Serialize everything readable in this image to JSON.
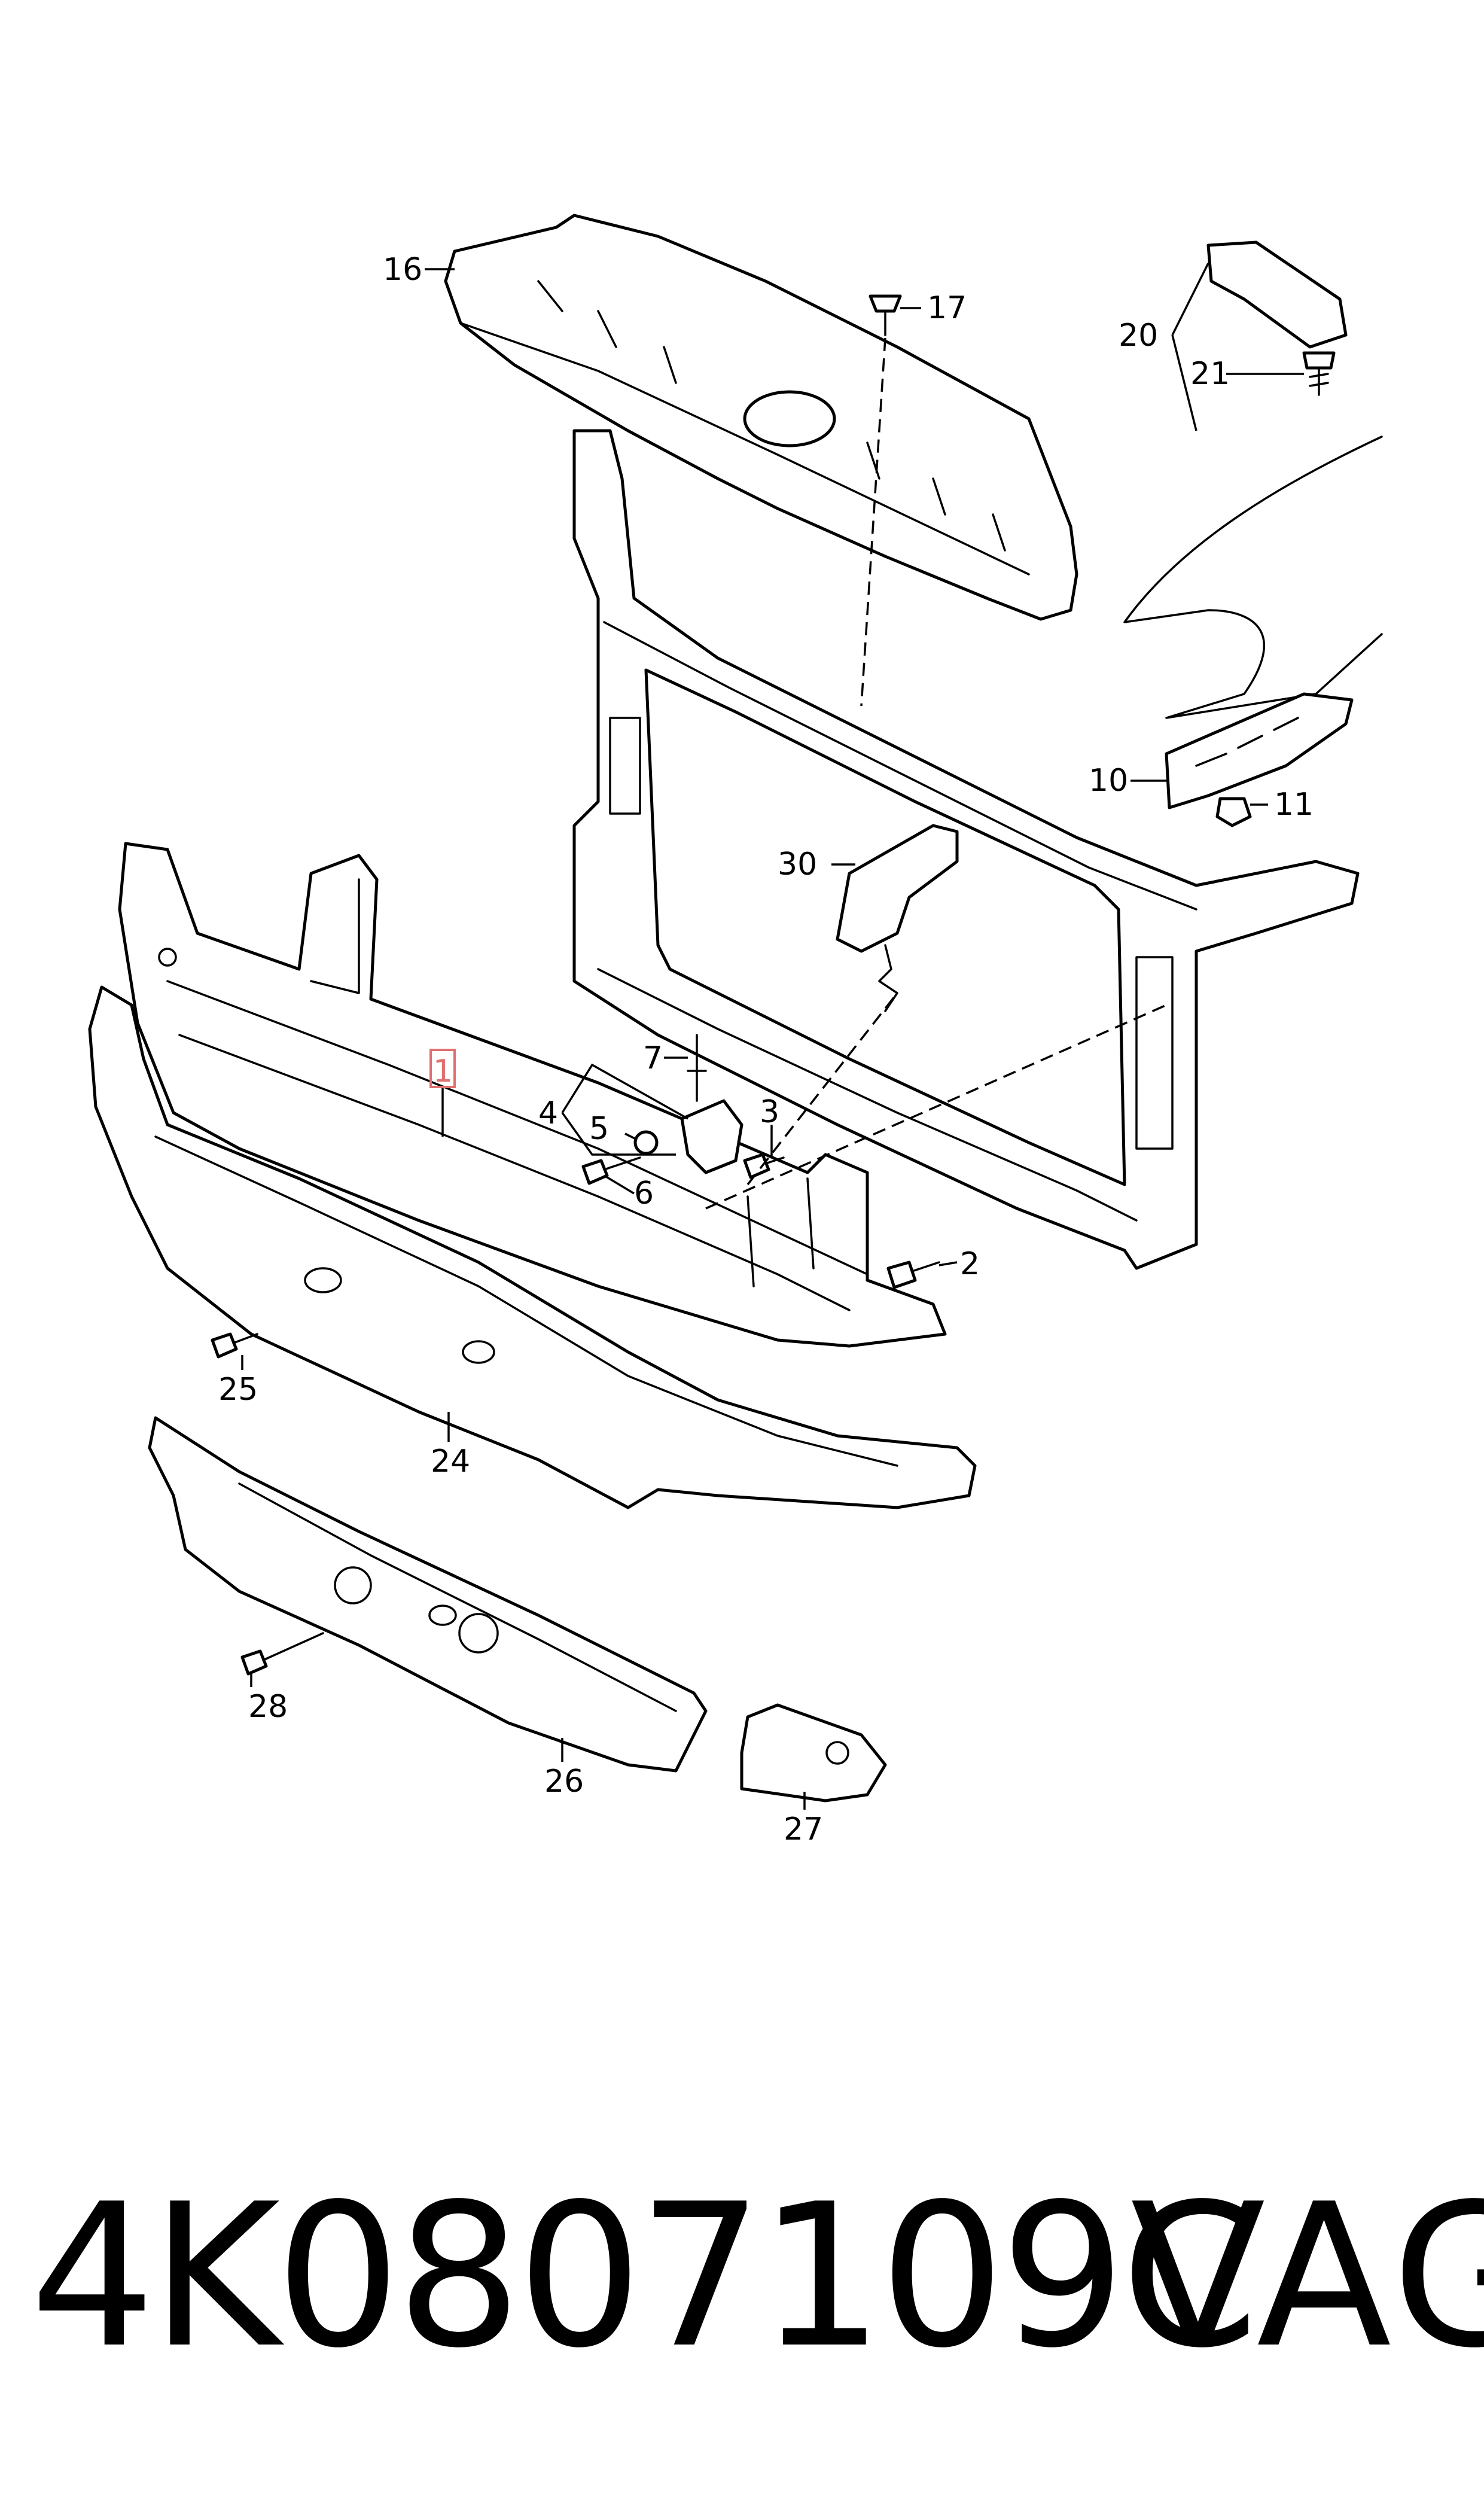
{
  "callouts": {
    "c1": "1",
    "c2": "2",
    "c3": "3",
    "c4": "4",
    "c5": "5",
    "c6": "6",
    "c7": "7",
    "c10": "10",
    "c11": "11",
    "c16": "16",
    "c17": "17",
    "c20": "20",
    "c21": "21",
    "c24": "24",
    "c25": "25",
    "c26": "26",
    "c27": "27",
    "c28": "28",
    "c30": "30"
  },
  "highlighted_callout": "1",
  "colors": {
    "line": "#000000",
    "highlight": "#e07070",
    "background": "#ffffff"
  },
  "footer": {
    "part_number": "4K0807109C",
    "brand": "VAG"
  }
}
